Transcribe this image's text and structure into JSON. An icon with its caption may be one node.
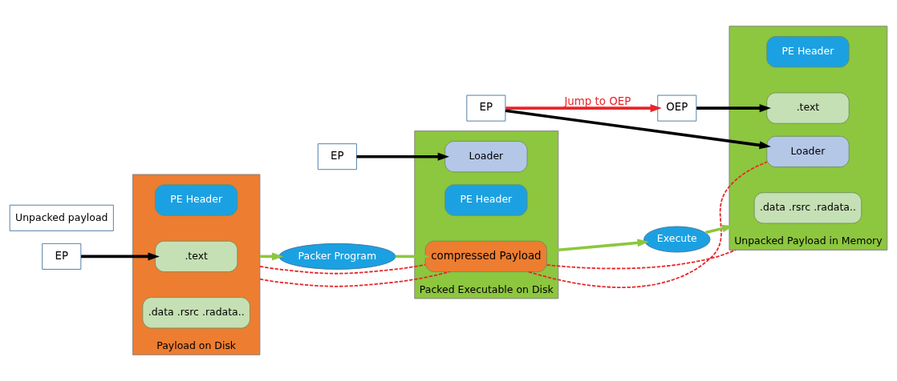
{
  "diagram": {
    "nodes": [
      {
        "text": [],
        "shape": "box",
        "beside": [
          "Payload on Disk"
        ]
      },
      {
        "text": [
          "PE Header"
        ],
        "in": 0
      },
      {
        "text": [
          ".text"
        ],
        "in": 0
      },
      {
        "text": [
          ".data .rsrc .radata.."
        ],
        "in": 0
      },
      {
        "text": [
          "EP"
        ]
      },
      {
        "text": [
          "Packer Program"
        ]
      },
      {
        "text": [],
        "shape": "box",
        "beside": [
          "Packed Executable on Disk"
        ]
      },
      {
        "text": [
          "PE Header"
        ],
        "in": 6
      },
      {
        "text": [
          "compressed Payload"
        ],
        "in": 6
      },
      {
        "text": [
          "Loader"
        ],
        "in": 6
      },
      {
        "text": [
          "EP"
        ]
      },
      {
        "text": [
          "Execute"
        ]
      },
      {
        "text": [],
        "shape": "box",
        "beside": [
          "Unpacked Payload in Memory"
        ]
      },
      {
        "text": [
          "PE Header"
        ],
        "in": 12
      },
      {
        "text": [
          ".text"
        ],
        "in": 12
      },
      {
        "text": [
          ".data .rsrc .radata.."
        ],
        "in": 12
      },
      {
        "text": [
          "Loader"
        ],
        "in": 12
      },
      {
        "text": [
          "OEP"
        ]
      },
      {
        "text": [
          "Unpacked payload"
        ]
      },
      {
        "text": [
          "EP"
        ]
      }
    ],
    "edges": [
      {
        "from": 4,
        "to": 2,
        "arrow": "to",
        "color": "#000000"
      },
      {
        "from": 0,
        "to": 5,
        "arrow": "to",
        "color": "#8dc63f"
      },
      {
        "from": 5,
        "to": 8,
        "arrow": "to",
        "color": "#8dc63f"
      },
      {
        "from": 0,
        "to": 8,
        "arrow": "none",
        "style": "dashed"
      },
      {
        "from": 0,
        "to": 8,
        "arrow": "none",
        "style": "dashed"
      },
      {
        "from": 10,
        "to": 9,
        "arrow": "to",
        "color": "#000000"
      },
      {
        "from": 8,
        "to": 11,
        "arrow": "to",
        "color": "#8dc63f"
      },
      {
        "from": 8,
        "to": 12,
        "arrow": "none",
        "style": "dashed"
      },
      {
        "from": 8,
        "to": 16,
        "arrow": "none",
        "style": "dashed"
      },
      {
        "from": 11,
        "to": 12,
        "arrow": "to",
        "color": "#8dc63f"
      },
      {
        "from": 17,
        "to": 14,
        "arrow": "to",
        "color": "#000000"
      },
      {
        "from": 19,
        "to": 16,
        "arrow": "to",
        "color": "#000000"
      },
      {
        "from": 19,
        "to": 17,
        "arrow": "to",
        "label": "Jump to OEP"
      }
    ]
  }
}
